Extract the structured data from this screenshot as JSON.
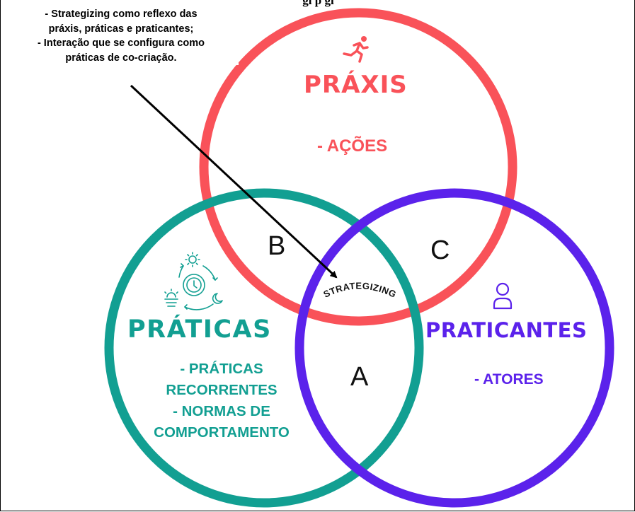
{
  "header": {
    "title_fragment": "gi                                                          p                                         gi"
  },
  "note": {
    "lines": [
      "- Strategizing como reflexo das",
      "práxis, práticas e praticantes;",
      "- Interação que se configura como",
      "práticas de co-criação."
    ]
  },
  "praxis": {
    "title": "PRÁXIS",
    "item": "- AÇÕES",
    "color": "#f95259",
    "icon": "running-person-icon"
  },
  "praticas": {
    "title": "PRÁTICAS",
    "items": [
      "- PRÁTICAS",
      "RECORRENTES",
      "- NORMAS DE",
      "COMPORTAMENTO"
    ],
    "color": "#129f92",
    "icon": "time-cycle-icon"
  },
  "praticantes": {
    "title": "PRATICANTES",
    "item": "- ATORES",
    "color": "#5b22eb",
    "icon": "user-icon"
  },
  "regions": {
    "a": "A",
    "b": "B",
    "c": "C"
  },
  "center": {
    "label": "STRATEGIZING"
  }
}
